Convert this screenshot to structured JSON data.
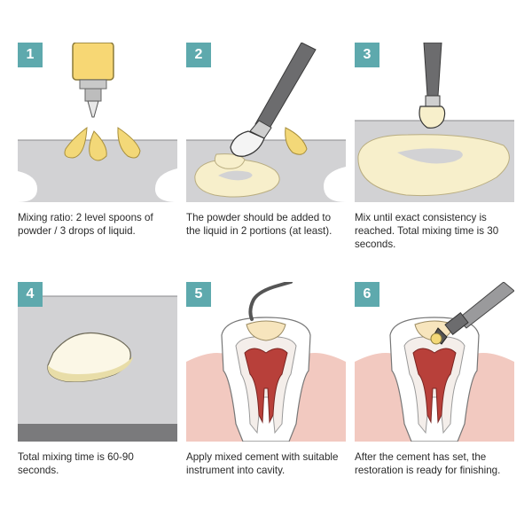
{
  "steps": [
    {
      "number": "1",
      "caption": "Mixing ratio: 2 level spoons of powder / 3 drops of liquid."
    },
    {
      "number": "2",
      "caption": "The powder should be added to the liquid in 2 portions (at least)."
    },
    {
      "number": "3",
      "caption": "Mix until exact consistency is reached. Total mixing time is 30 seconds."
    },
    {
      "number": "4",
      "caption": "Total mixing time is 60-90 seconds."
    },
    {
      "number": "5",
      "caption": "Apply mixed cement with suitable instrument into cavity."
    },
    {
      "number": "6",
      "caption": "After the cement has set, the restoration is ready for finishing."
    }
  ],
  "colors": {
    "badge": "#5ea9ad",
    "slab": "#d2d2d4",
    "cement": "#f7efcb",
    "drop": "#f3d878",
    "gum": "#f2c9c0",
    "pulp": "#b8403a"
  },
  "icons": {
    "bottle": "dropper-bottle-icon",
    "spatula": "spatula-icon",
    "probe": "dental-probe-icon",
    "handpiece": "dental-handpiece-icon"
  }
}
